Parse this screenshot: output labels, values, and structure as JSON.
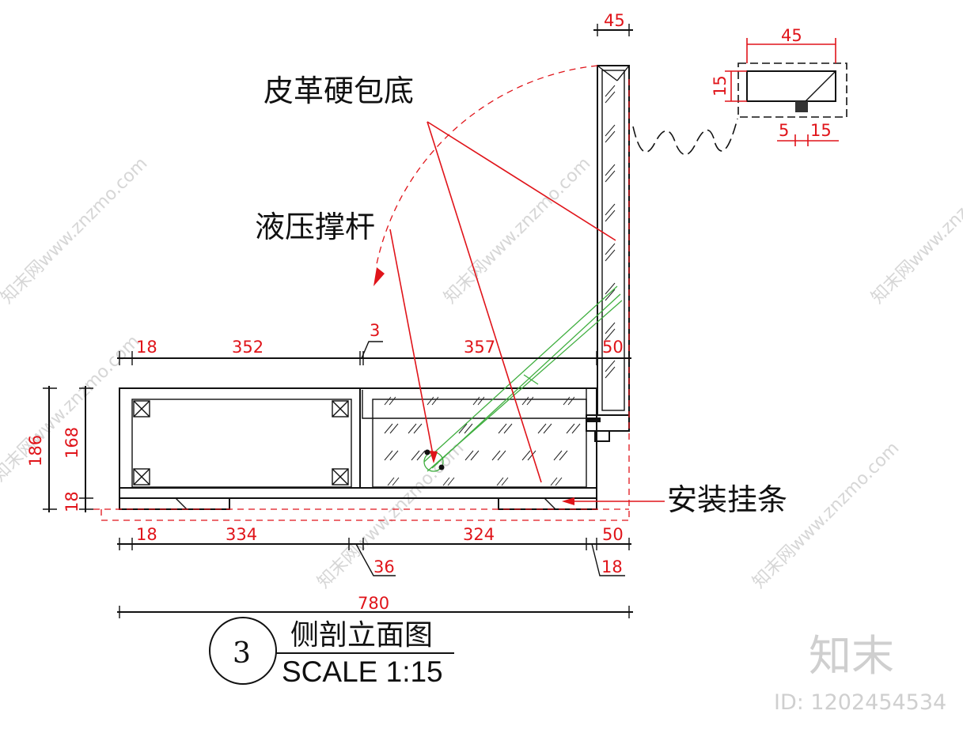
{
  "labels": {
    "leather": "皮革硬包底",
    "strut": "液压撑杆",
    "rail": "安装挂条"
  },
  "dimensions": {
    "top_left": "18",
    "top_span_1": "352",
    "top_gap": "3",
    "top_span_2": "357",
    "top_right": "50",
    "height_total": "186",
    "height_inner": "168",
    "height_base": "18",
    "bottom_left": "18",
    "bottom_span_1": "334",
    "bottom_gap": "36",
    "bottom_span_2": "324",
    "bottom_right": "50",
    "bottom_corner": "18",
    "overall": "780",
    "lid_thickness": "45"
  },
  "detail": {
    "width": "45",
    "height": "15",
    "offset_1": "5",
    "offset_2": "15"
  },
  "title": {
    "number": "3",
    "name": "侧剖立面图",
    "scale": "SCALE 1:15"
  },
  "watermark": {
    "text": "知末网www.znzmo.com",
    "brand": "知末",
    "id": "ID: 1202454534"
  },
  "colors": {
    "dimension": "#e0141a",
    "linework": "#111111",
    "strut": "#3fae3f",
    "watermark": "#d6d6d6"
  }
}
